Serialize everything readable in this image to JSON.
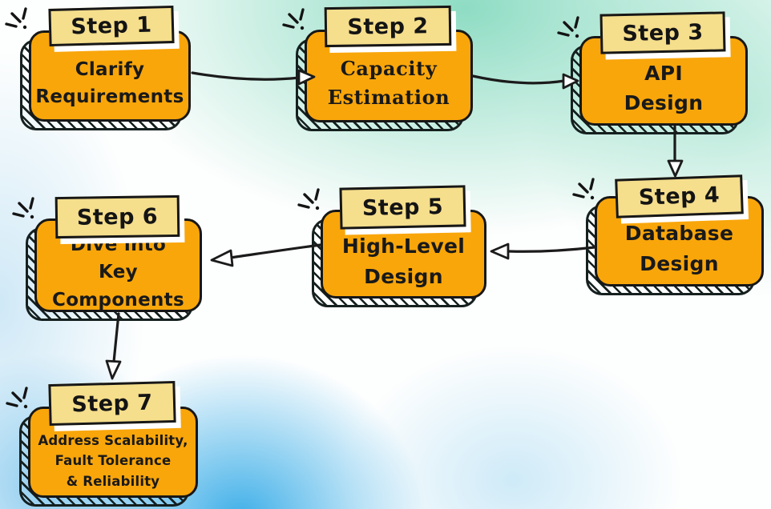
{
  "diagram": {
    "description": "Seven-step system design process flowchart",
    "steps": [
      {
        "id": "step-1",
        "label": "Step 1",
        "lines": [
          "Clarify",
          "Requirements"
        ]
      },
      {
        "id": "step-2",
        "label": "Step 2",
        "lines": [
          "Capacity",
          "Estimation"
        ]
      },
      {
        "id": "step-3",
        "label": "Step 3",
        "lines": [
          "API",
          "Design"
        ]
      },
      {
        "id": "step-4",
        "label": "Step 4",
        "lines": [
          "Database",
          "Design"
        ]
      },
      {
        "id": "step-5",
        "label": "Step 5",
        "lines": [
          "High-Level",
          "Design"
        ]
      },
      {
        "id": "step-6",
        "label": "Step 6",
        "lines": [
          "Dive into",
          "Key Components"
        ]
      },
      {
        "id": "step-7",
        "label": "Step 7",
        "lines": [
          "Address Scalability,",
          "Fault Tolerance",
          "& Reliability"
        ]
      }
    ],
    "connections": [
      {
        "from": "Step 1",
        "to": "Step 2"
      },
      {
        "from": "Step 2",
        "to": "Step 3"
      },
      {
        "from": "Step 3",
        "to": "Step 4"
      },
      {
        "from": "Step 4",
        "to": "Step 5"
      },
      {
        "from": "Step 5",
        "to": "Step 6"
      },
      {
        "from": "Step 6",
        "to": "Step 7"
      }
    ],
    "colors": {
      "card_fill": "#F9A60B",
      "label_fill": "#F5DE8C",
      "outline": "#171717",
      "arrow": "#1B1B1B",
      "arrowhead_fill": "#FFFFFF",
      "background_teal": "#8EDCC3",
      "background_blue": "#3FAFE8",
      "background_base": "#FDFEFE",
      "text": "#191919"
    }
  }
}
